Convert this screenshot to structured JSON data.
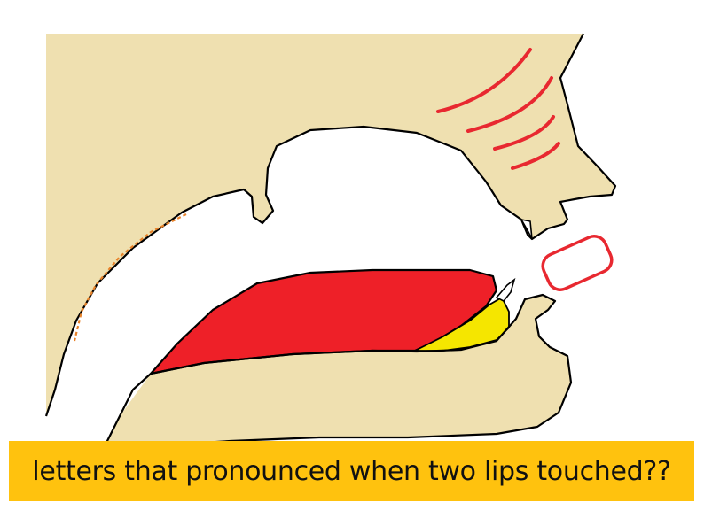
{
  "caption": "letters that pronounced when two lips touched??",
  "colors": {
    "skin": "#efe0b0",
    "tongue": "#ee2028",
    "highlight_yellow": "#f5e600",
    "outline": "#000000",
    "nasal_marks": "#e82830",
    "lip_circle": "#e82830",
    "soft_palate_dotted": "#e8832a",
    "caption_background": "#ffc20e"
  },
  "icons": [
    "lip-highlight-oval",
    "nasal-airflow-lines"
  ]
}
